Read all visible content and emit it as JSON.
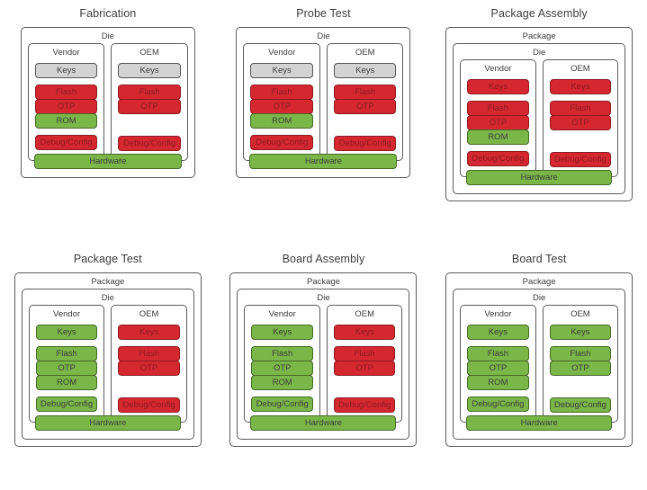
{
  "figure": {
    "title": "",
    "legend_colors": {
      "locked_green": "#7ab648",
      "unlocked_red": "#d5272f",
      "neutral_gray": "#d3d3d3",
      "outline": "#5a5a5a",
      "background": "#ffffff"
    },
    "labels": {
      "package": "Package",
      "die": "Die",
      "vendor": "Vendor",
      "oem": "OEM",
      "hardware": "Hardware",
      "keys": "Keys",
      "flash": "Flash",
      "otp": "OTP",
      "rom": "ROM",
      "debug": "Debug/Config"
    }
  },
  "panels": [
    {
      "title": "Fabrication",
      "has_package": false,
      "hardware": {
        "label": "Hardware",
        "state": "green"
      },
      "columns": [
        {
          "label": "Vendor",
          "keys": {
            "label": "Keys",
            "state": "gray"
          },
          "stack": [
            {
              "label": "Flash",
              "state": "red"
            },
            {
              "label": "OTP",
              "state": "red"
            },
            {
              "label": "ROM",
              "state": "green"
            }
          ],
          "debug": {
            "label": "Debug/Config",
            "state": "red"
          }
        },
        {
          "label": "OEM",
          "keys": {
            "label": "Keys",
            "state": "gray"
          },
          "stack": [
            {
              "label": "Flash",
              "state": "red"
            },
            {
              "label": "OTP",
              "state": "red"
            },
            {
              "label": "",
              "state": "none"
            }
          ],
          "debug": {
            "label": "Debug/Config",
            "state": "red"
          }
        }
      ]
    },
    {
      "title": "Probe Test",
      "has_package": false,
      "hardware": {
        "label": "Hardware",
        "state": "green"
      },
      "columns": [
        {
          "label": "Vendor",
          "keys": {
            "label": "Keys",
            "state": "gray"
          },
          "stack": [
            {
              "label": "Flash",
              "state": "red"
            },
            {
              "label": "OTP",
              "state": "red"
            },
            {
              "label": "ROM",
              "state": "green"
            }
          ],
          "debug": {
            "label": "Debug/Config",
            "state": "red"
          }
        },
        {
          "label": "OEM",
          "keys": {
            "label": "Keys",
            "state": "gray"
          },
          "stack": [
            {
              "label": "Flash",
              "state": "red"
            },
            {
              "label": "OTP",
              "state": "red"
            },
            {
              "label": "",
              "state": "none"
            }
          ],
          "debug": {
            "label": "Debug/Config",
            "state": "red"
          }
        }
      ]
    },
    {
      "title": "Package Assembly",
      "has_package": true,
      "package_label": "Package",
      "hardware": {
        "label": "Hardware",
        "state": "green"
      },
      "columns": [
        {
          "label": "Vendor",
          "keys": {
            "label": "Keys",
            "state": "red"
          },
          "stack": [
            {
              "label": "Flash",
              "state": "red"
            },
            {
              "label": "OTP",
              "state": "red"
            },
            {
              "label": "ROM",
              "state": "green"
            }
          ],
          "debug": {
            "label": "Debug/Config",
            "state": "red"
          }
        },
        {
          "label": "OEM",
          "keys": {
            "label": "Keys",
            "state": "red"
          },
          "stack": [
            {
              "label": "Flash",
              "state": "red"
            },
            {
              "label": "OTP",
              "state": "red"
            },
            {
              "label": "",
              "state": "none"
            }
          ],
          "debug": {
            "label": "Debug/Config",
            "state": "red"
          }
        }
      ]
    },
    {
      "title": "Package Test",
      "has_package": true,
      "package_label": "Package",
      "hardware": {
        "label": "Hardware",
        "state": "green"
      },
      "columns": [
        {
          "label": "Vendor",
          "keys": {
            "label": "Keys",
            "state": "green"
          },
          "stack": [
            {
              "label": "Flash",
              "state": "green"
            },
            {
              "label": "OTP",
              "state": "green"
            },
            {
              "label": "ROM",
              "state": "green"
            }
          ],
          "debug": {
            "label": "Debug/Config",
            "state": "green"
          }
        },
        {
          "label": "OEM",
          "keys": {
            "label": "Keys",
            "state": "red"
          },
          "stack": [
            {
              "label": "Flash",
              "state": "red"
            },
            {
              "label": "OTP",
              "state": "red"
            },
            {
              "label": "",
              "state": "none"
            }
          ],
          "debug": {
            "label": "Debug/Config",
            "state": "red"
          }
        }
      ]
    },
    {
      "title": "Board Assembly",
      "has_package": true,
      "package_label": "Package",
      "hardware": {
        "label": "Hardware",
        "state": "green"
      },
      "columns": [
        {
          "label": "Vendor",
          "keys": {
            "label": "Keys",
            "state": "green"
          },
          "stack": [
            {
              "label": "Flash",
              "state": "green"
            },
            {
              "label": "OTP",
              "state": "green"
            },
            {
              "label": "ROM",
              "state": "green"
            }
          ],
          "debug": {
            "label": "Debug/Config",
            "state": "green"
          }
        },
        {
          "label": "OEM",
          "keys": {
            "label": "Keys",
            "state": "red"
          },
          "stack": [
            {
              "label": "Flash",
              "state": "red"
            },
            {
              "label": "OTP",
              "state": "red"
            },
            {
              "label": "",
              "state": "none"
            }
          ],
          "debug": {
            "label": "Debug/Config",
            "state": "red"
          }
        }
      ]
    },
    {
      "title": "Board Test",
      "has_package": true,
      "package_label": "Package",
      "hardware": {
        "label": "Hardware",
        "state": "green"
      },
      "columns": [
        {
          "label": "Vendor",
          "keys": {
            "label": "Keys",
            "state": "green"
          },
          "stack": [
            {
              "label": "Flash",
              "state": "green"
            },
            {
              "label": "OTP",
              "state": "green"
            },
            {
              "label": "ROM",
              "state": "green"
            }
          ],
          "debug": {
            "label": "Debug/Config",
            "state": "green"
          }
        },
        {
          "label": "OEM",
          "keys": {
            "label": "Keys",
            "state": "green"
          },
          "stack": [
            {
              "label": "Flash",
              "state": "green"
            },
            {
              "label": "OTP",
              "state": "green"
            },
            {
              "label": "",
              "state": "none"
            }
          ],
          "debug": {
            "label": "Debug/Config",
            "state": "green"
          }
        }
      ]
    }
  ]
}
